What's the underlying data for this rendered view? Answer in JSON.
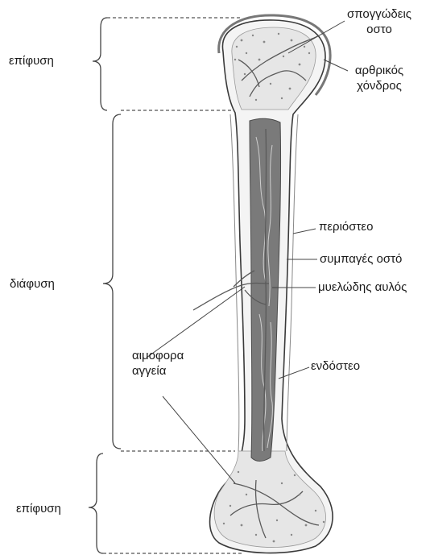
{
  "sections": {
    "top": "επίφυση",
    "middle": "διάφυση",
    "bottom": "επίφυση"
  },
  "labels": {
    "spongy_1": "σπογγώδεις",
    "spongy_2": "οστο",
    "cartilage_1": "αρθρικός",
    "cartilage_2": "χόνδρος",
    "periosteum": "περιόστεο",
    "compact": "συμπαγές οστό",
    "medullary": "μυελώδης αυλός",
    "vessels_1": "αιμοφορα",
    "vessels_2": "αγγεία",
    "endosteum": "ενδόστεο"
  },
  "colors": {
    "line": "#3a3a3a",
    "bone_fill": "#f4f4f4",
    "marrow": "#7a7a7a",
    "spongy": "#bdbdbd"
  }
}
